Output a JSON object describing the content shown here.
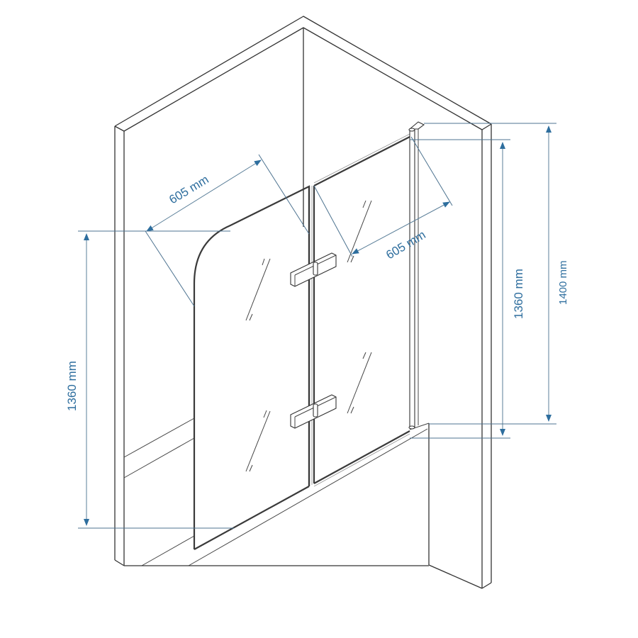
{
  "drawing": {
    "title": "Bath screen folding 2-panel dimension drawing",
    "accent_color": "#2e6e9e",
    "line_color": "#333333",
    "dimensions": {
      "left_panel_width": "605 mm",
      "right_panel_width": "605 mm",
      "left_panel_height": "1360 mm",
      "right_glass_height": "1360 mm",
      "total_height": "1400 mm"
    },
    "components": {
      "walls": "wall-corner",
      "bathtub": "bathtub-edge",
      "left_glass_panel": "rounded-corner-glass-panel",
      "right_glass_panel": "fixed-glass-panel",
      "hinges": [
        "upper-glass-hinge",
        "lower-glass-hinge"
      ],
      "wall_profile": "wall-profile"
    }
  }
}
